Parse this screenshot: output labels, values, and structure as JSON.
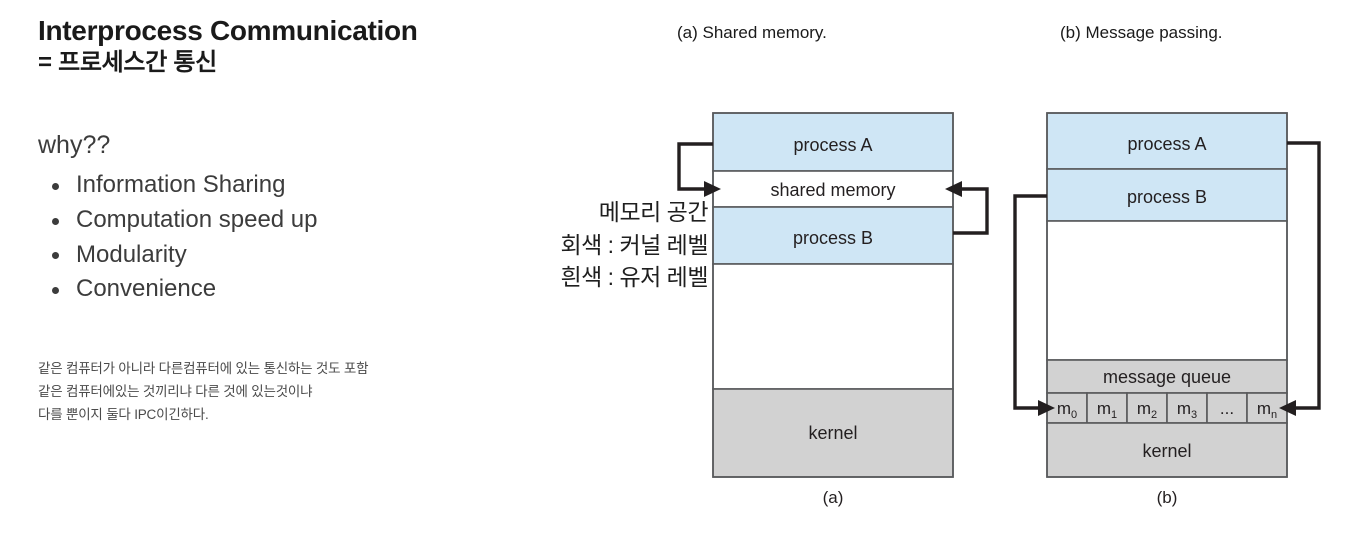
{
  "slide": {
    "title_line1": "Interprocess Communication",
    "title_line2": "= 프로세스간 통신",
    "why_label": "why??",
    "bullets": [
      "Information Sharing",
      "Computation speed up",
      "Modularity",
      "Convenience"
    ],
    "korean_note": [
      "같은 컴퓨터가 아니라 다른컴퓨터에 있는 통신하는 것도 포함",
      "같은 컴퓨터에있는 것끼리냐 다른 것에 있는것이냐",
      "다를 뿐이지 둘다 IPC이긴하다."
    ],
    "legend": [
      "메모리 공간",
      "회색 : 커널 레벨",
      "흰색 : 유저 레벨"
    ]
  },
  "figures": {
    "a": {
      "top_caption": "(a) Shared memory.",
      "bottom_caption": "(a)",
      "bands": [
        {
          "label": "process  A",
          "fill": "#cfe6f5",
          "level": "user"
        },
        {
          "label": "shared memory",
          "fill": "#ffffff",
          "level": "user"
        },
        {
          "label": "process  B",
          "fill": "#cfe6f5",
          "level": "user"
        },
        {
          "label": "",
          "fill": "#ffffff",
          "level": "user"
        },
        {
          "label": "kernel",
          "fill": "#d2d2d2",
          "level": "kernel"
        }
      ]
    },
    "b": {
      "top_caption": "(b) Message passing.",
      "bottom_caption": "(b)",
      "bands": [
        {
          "label": "process  A",
          "fill": "#cfe6f5",
          "level": "user"
        },
        {
          "label": "process  B",
          "fill": "#cfe6f5",
          "level": "user"
        },
        {
          "label": "",
          "fill": "#ffffff",
          "level": "user"
        },
        {
          "label": "message queue",
          "fill": "#d2d2d2",
          "level": "kernel"
        },
        {
          "label": "kernel",
          "fill": "#d2d2d2",
          "level": "kernel"
        }
      ],
      "queue_cells": [
        {
          "base": "m",
          "sub": "0"
        },
        {
          "base": "m",
          "sub": "1"
        },
        {
          "base": "m",
          "sub": "2"
        },
        {
          "base": "m",
          "sub": "3"
        },
        {
          "base": "...",
          "sub": ""
        },
        {
          "base": "m",
          "sub": "n"
        }
      ]
    }
  },
  "colors": {
    "process_fill": "#cfe6f5",
    "kernel_fill": "#d2d2d2",
    "user_fill": "#ffffff",
    "box_stroke": "#58595b",
    "arrow": "#231f20",
    "text": "#231f20",
    "body_text": "#3c3c3c"
  }
}
